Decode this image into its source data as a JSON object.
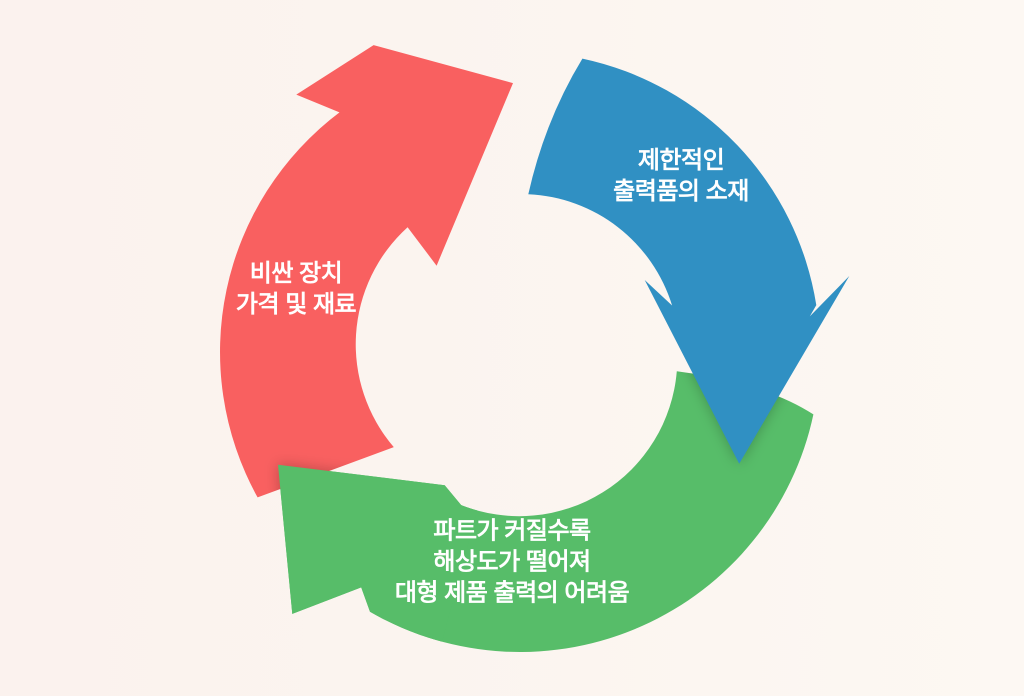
{
  "diagram": {
    "type": "cycle",
    "direction": "clockwise",
    "segment_count": 3,
    "colors": {
      "blue": "#3090c3",
      "red": "#f96060",
      "green": "#57bd69",
      "background_left": "#fbf2ee",
      "background_right": "#fdf8f3",
      "label_text": "#ffffff"
    }
  },
  "arrows": [
    {
      "position": "top-right",
      "color": "#3090c3",
      "label": "제한적인 출력품의 소재",
      "lines": [
        "제한적인",
        "출력품의 소재"
      ]
    },
    {
      "position": "left",
      "color": "#f96060",
      "label": "비싼 장치 가격 및 재료",
      "lines": [
        "비싼 장치",
        "가격 및 재료"
      ]
    },
    {
      "position": "bottom",
      "color": "#57bd69",
      "label": "파트가 커질수록 해상도가 떨어져 대형 제품 출력의 어려움",
      "lines": [
        "파트가 커질수록",
        "해상도가 떨어져",
        "대형 제품 출력의 어려움"
      ]
    }
  ]
}
